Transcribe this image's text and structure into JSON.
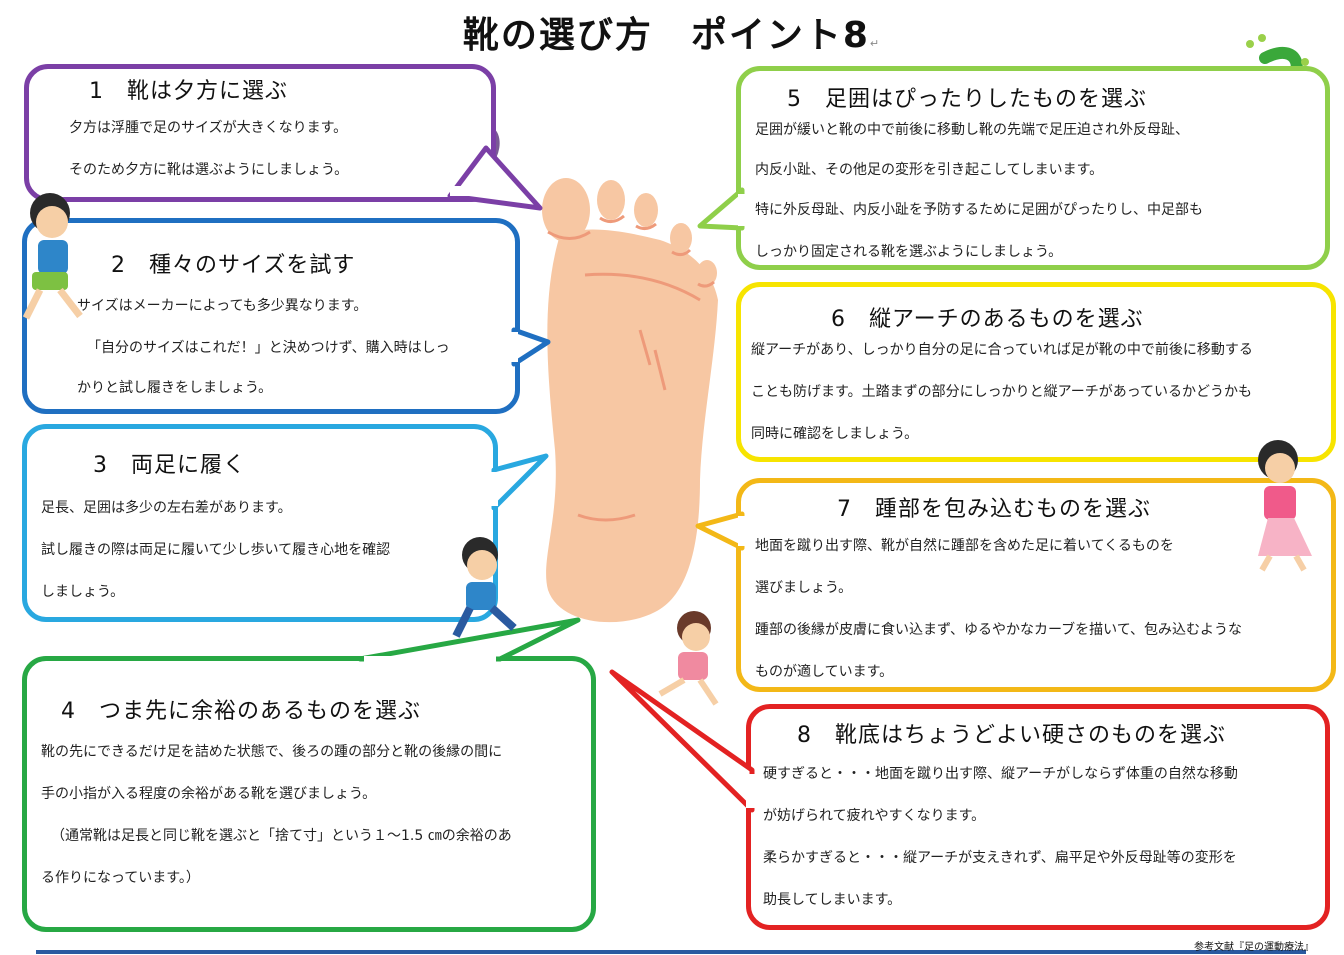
{
  "title": "靴の選び方　ポイント8",
  "reference": "参考文献『足の運動療法』",
  "colors": {
    "p1": "#7b3fa6",
    "p2": "#1f6fc1",
    "p3": "#29a8e0",
    "p4": "#27a844",
    "p5": "#8fcf4a",
    "p6": "#f7e400",
    "p7": "#f3b817",
    "p8": "#e32222",
    "foot": "#f7c7a3",
    "foot_line": "#ee9a7a"
  },
  "points": [
    {
      "head": "1　靴は夕方に選ぶ",
      "lines": [
        "夕方は浮腫で足のサイズが大きくなります。",
        "そのため夕方に靴は選ぶようにしましょう。"
      ]
    },
    {
      "head": "2　種々のサイズを試す",
      "lines": [
        "サイズはメーカーによっても多少異なります。",
        "「自分のサイズはこれだ！」と決めつけず、購入時はしっ",
        "かりと試し履きをしましょう。"
      ]
    },
    {
      "head": "3　両足に履く",
      "lines": [
        "足長、足囲は多少の左右差があります。",
        "試し履きの際は両足に履いて少し歩いて履き心地を確認",
        "しましょう。"
      ]
    },
    {
      "head": "4　つま先に余裕のあるものを選ぶ",
      "lines": [
        "靴の先にできるだけ足を詰めた状態で、後ろの踵の部分と靴の後縁の間に",
        "手の小指が入る程度の余裕がある靴を選びましょう。",
        "（通常靴は足長と同じ靴を選ぶと「捨て寸」という１～1.5 ㎝の余裕のあ",
        "る作りになっています。）"
      ]
    },
    {
      "head": "5　足囲はぴったりしたものを選ぶ",
      "lines": [
        "足囲が緩いと靴の中で前後に移動し靴の先端で足圧迫され外反母趾、",
        "内反小趾、その他足の変形を引き起こしてしまいます。",
        "特に外反母趾、内反小趾を予防するために足囲がぴったりし、中足部も",
        "しっかり固定される靴を選ぶようにしましょう。"
      ]
    },
    {
      "head": "6　縦アーチのあるものを選ぶ",
      "lines": [
        "縦アーチがあり、しっかり自分の足に合っていれば足が靴の中で前後に移動する",
        "ことも防げます。土踏まずの部分にしっかりと縦アーチがあっているかどうかも",
        "同時に確認をしましょう。"
      ]
    },
    {
      "head": "7　踵部を包み込むものを選ぶ",
      "lines": [
        "地面を蹴り出す際、靴が自然に踵部を含めた足に着いてくるものを",
        "選びましょう。",
        "踵部の後縁が皮膚に食い込まず、ゆるやかなカーブを描いて、包み込むような",
        "ものが適しています。"
      ]
    },
    {
      "head": "8　靴底はちょうどよい硬さのものを選ぶ",
      "lines": [
        "硬すぎると・・・地面を蹴り出す際、縦アーチがしならず体重の自然な移動",
        "が妨げられて疲れやすくなります。",
        "柔らかすぎると・・・縦アーチが支えきれず、扁平足や外反母趾等の変形を",
        "助長してしまいます。"
      ]
    }
  ]
}
